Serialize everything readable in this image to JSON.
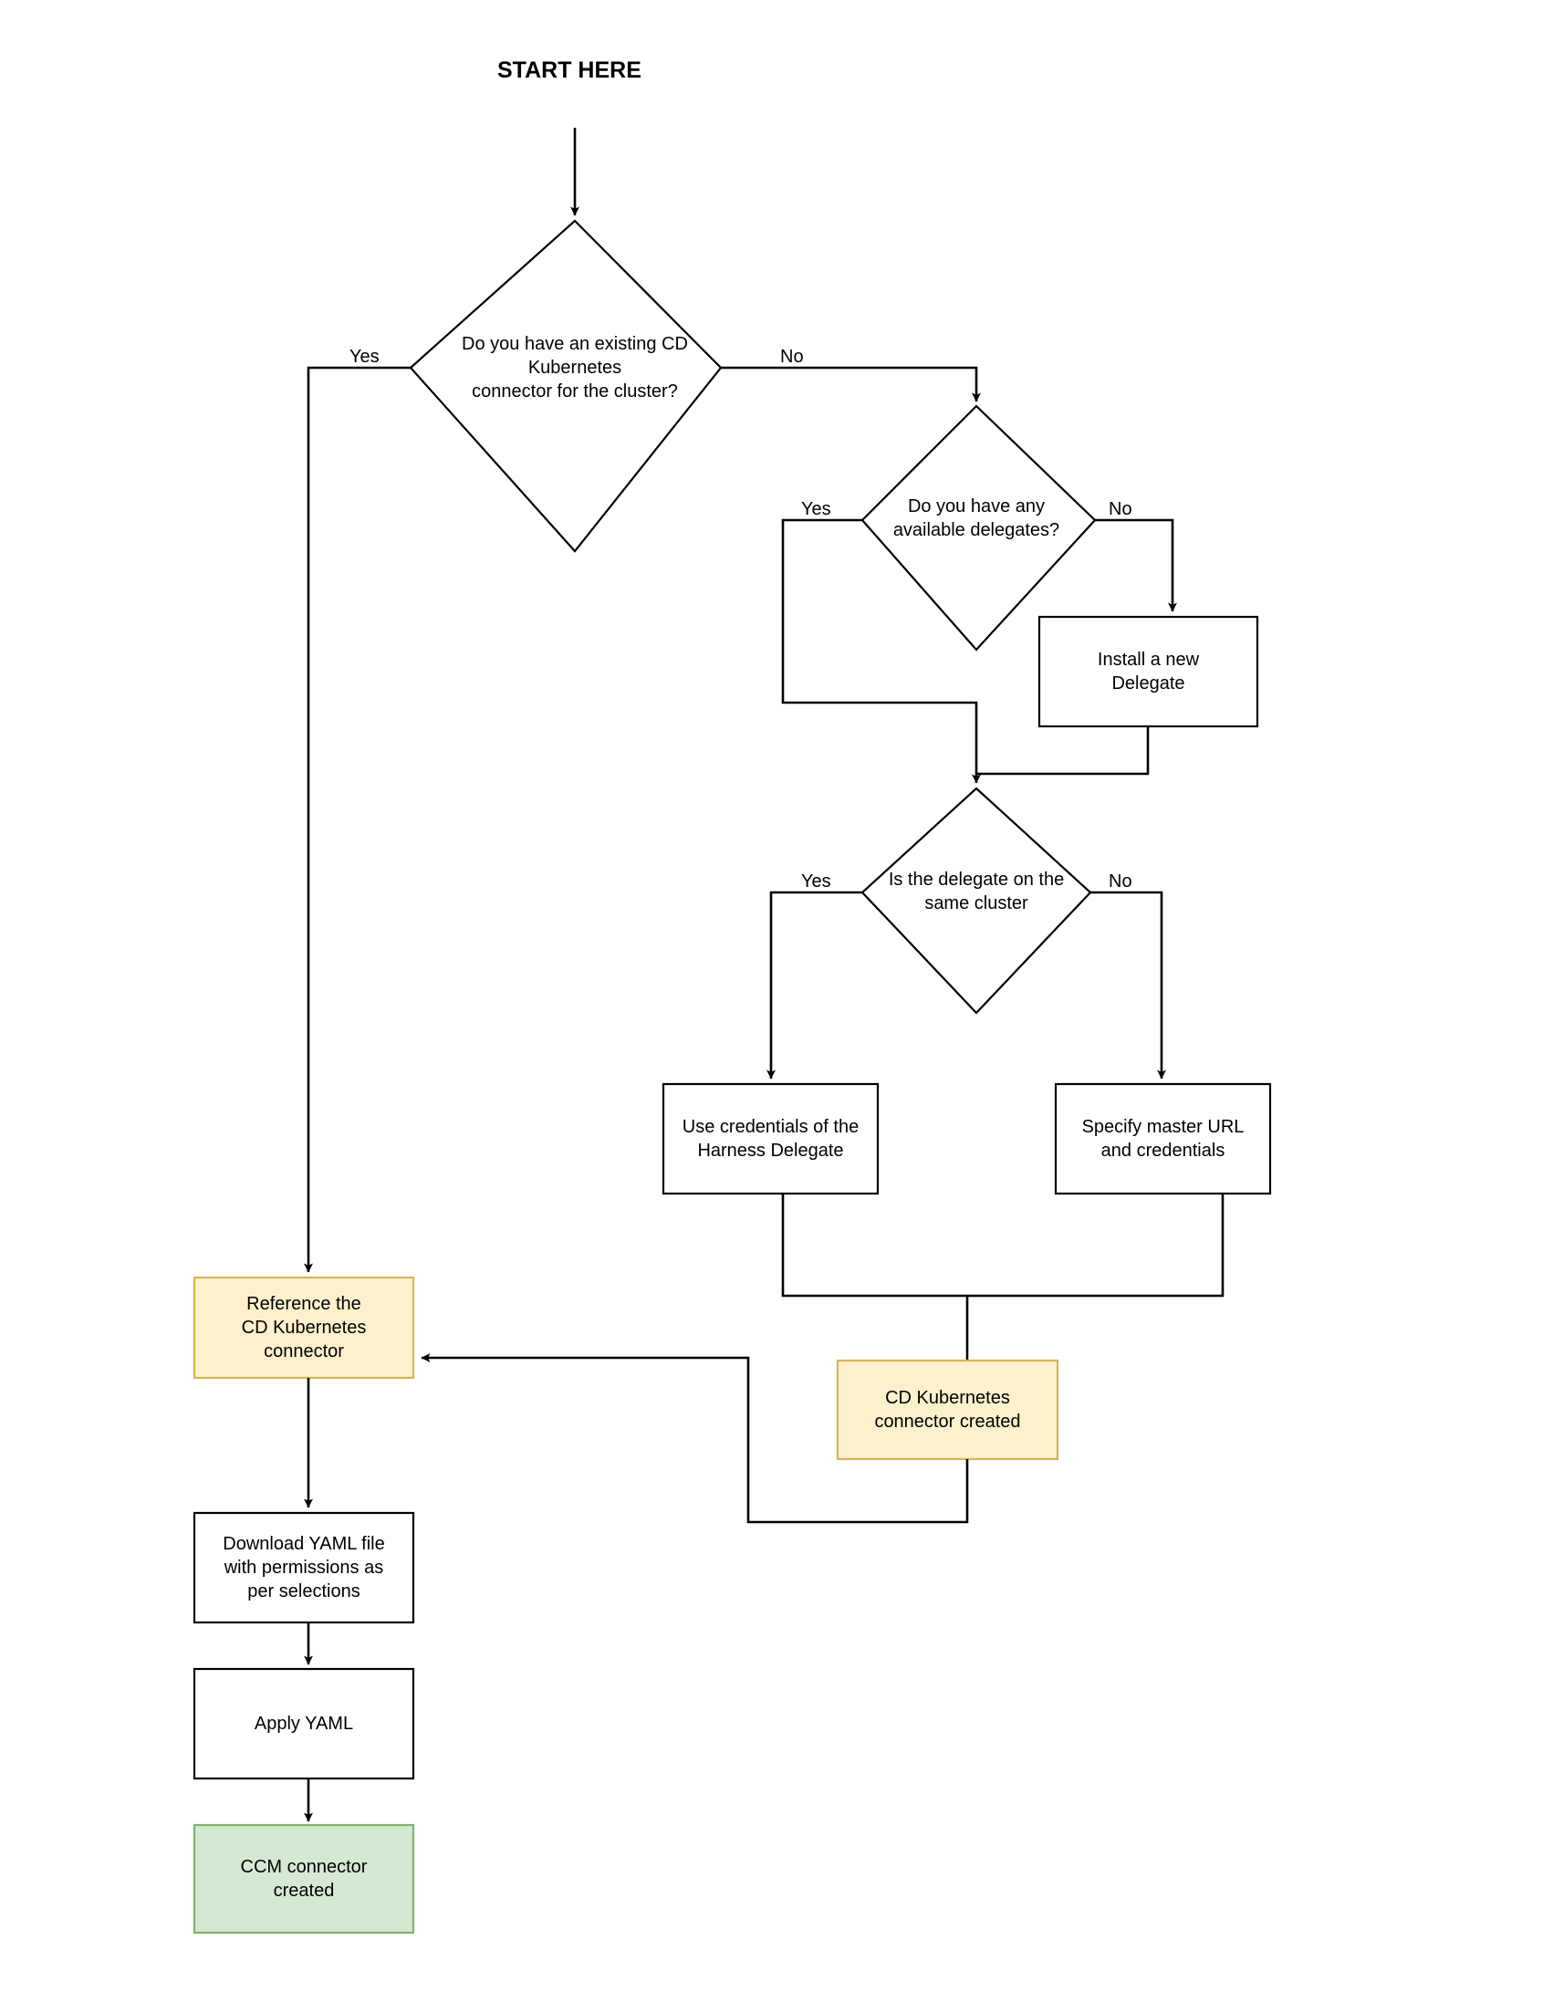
{
  "diagram": {
    "title": "START HERE",
    "type": "flowchart",
    "colors": {
      "line": "#000000",
      "process_fill": "#ffffff",
      "process_stroke": "#000000",
      "highlight_fill": "#fcf0cd",
      "highlight_stroke": "#d6b656",
      "success_fill": "#d5e8d4",
      "success_stroke": "#82b366"
    },
    "nodes": [
      {
        "id": "start",
        "kind": "label",
        "text": "START HERE"
      },
      {
        "id": "q1",
        "kind": "decision",
        "text": "Do you have an existing CD\nKubernetes\nconnector for the cluster?"
      },
      {
        "id": "q2",
        "kind": "decision",
        "text": "Do you have any\navailable delegates?"
      },
      {
        "id": "install_delegate",
        "kind": "process",
        "text": "Install a new\nDelegate"
      },
      {
        "id": "q3",
        "kind": "decision",
        "text": "Is the delegate on the\nsame cluster"
      },
      {
        "id": "use_creds",
        "kind": "process",
        "text": "Use credentials of the\nHarness Delegate"
      },
      {
        "id": "specify_master",
        "kind": "process",
        "text": "Specify master URL\nand credentials"
      },
      {
        "id": "reference_cd",
        "kind": "highlight",
        "text": "Reference the\nCD Kubernetes\nconnector"
      },
      {
        "id": "cd_created",
        "kind": "highlight",
        "text": "CD Kubernetes\nconnector created"
      },
      {
        "id": "download_yaml",
        "kind": "process",
        "text": "Download YAML file\nwith permissions as\nper selections"
      },
      {
        "id": "apply_yaml",
        "kind": "process",
        "text": "Apply YAML"
      },
      {
        "id": "ccm_created",
        "kind": "success",
        "text": "CCM connector\ncreated"
      }
    ],
    "edge_labels": [
      {
        "id": "q1-yes",
        "text": "Yes"
      },
      {
        "id": "q1-no",
        "text": "No"
      },
      {
        "id": "q2-yes",
        "text": "Yes"
      },
      {
        "id": "q2-no",
        "text": "No"
      },
      {
        "id": "q3-yes",
        "text": "Yes"
      },
      {
        "id": "q3-no",
        "text": "No"
      }
    ]
  }
}
